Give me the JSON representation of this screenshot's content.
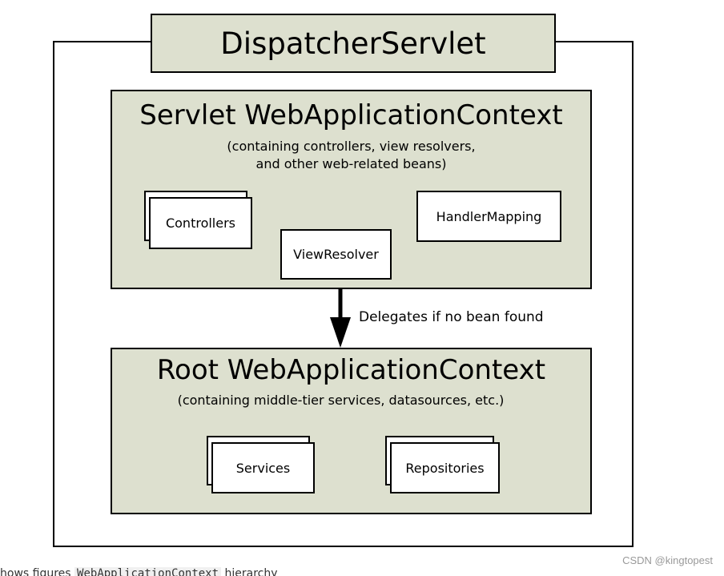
{
  "diagram": {
    "title": "DispatcherServlet",
    "servlet_context": {
      "title": "Servlet WebApplicationContext",
      "subtitle_line1": "(containing controllers, view resolvers,",
      "subtitle_line2": "and other web-related beans)",
      "beans": {
        "controllers": "Controllers",
        "view_resolver": "ViewResolver",
        "handler_mapping": "HandlerMapping"
      }
    },
    "delegation_label": "Delegates if no bean found",
    "root_context": {
      "title": "Root WebApplicationContext",
      "subtitle": "(containing middle-tier services, datasources, etc.)",
      "beans": {
        "services": "Services",
        "repositories": "Repositories"
      }
    }
  },
  "watermark": "CSDN @kingtopest",
  "bottom_text": {
    "prefix": "hows figures ",
    "code": "WebApplicationContext",
    "suffix": " hierarchy"
  },
  "colors": {
    "context_fill": "#dde0cf",
    "border": "#000000",
    "bean_fill": "#ffffff"
  }
}
